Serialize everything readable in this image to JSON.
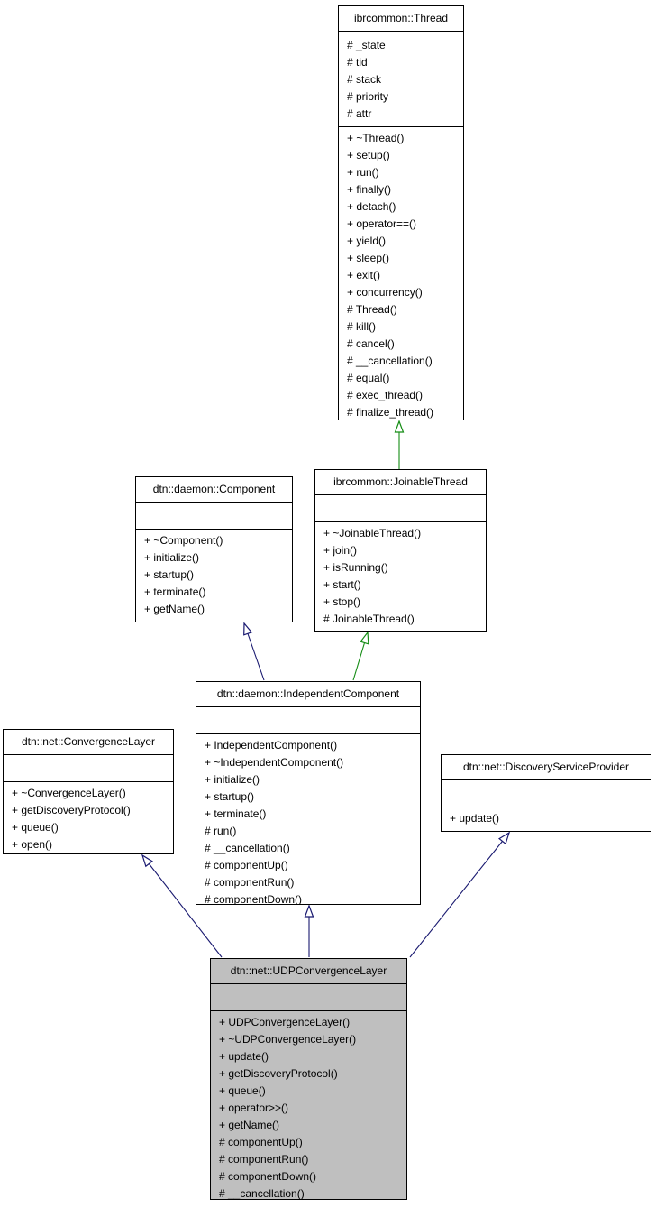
{
  "diagram": {
    "type": "uml-inheritance-graph",
    "colors": {
      "public_inheritance": "#191970",
      "protected_inheritance": "#148C14",
      "highlight_fill": "#BFBFBF",
      "box_fill": "#FFFFFF",
      "border": "#000000",
      "text": "#000000",
      "background": "#FFFFFF"
    },
    "classes": [
      {
        "id": "thread",
        "title": "ibrcommon::Thread",
        "highlighted": false,
        "attributes": [
          "# _state",
          "# tid",
          "# stack",
          "# priority",
          "# attr"
        ],
        "methods": [
          "+ ~Thread()",
          "+ setup()",
          "+ run()",
          "+ finally()",
          "+ detach()",
          "+ operator==()",
          "+ yield()",
          "+ sleep()",
          "+ exit()",
          "+ concurrency()",
          "# Thread()",
          "# kill()",
          "# cancel()",
          "# __cancellation()",
          "# equal()",
          "# exec_thread()",
          "# finalize_thread()"
        ]
      },
      {
        "id": "component",
        "title": "dtn::daemon::Component",
        "highlighted": false,
        "attributes": [],
        "methods": [
          "+ ~Component()",
          "+ initialize()",
          "+ startup()",
          "+ terminate()",
          "+ getName()"
        ]
      },
      {
        "id": "joinable",
        "title": "ibrcommon::JoinableThread",
        "highlighted": false,
        "attributes": [],
        "methods": [
          "+ ~JoinableThread()",
          "+ join()",
          "+ isRunning()",
          "+ start()",
          "+ stop()",
          "# JoinableThread()"
        ]
      },
      {
        "id": "independent",
        "title": "dtn::daemon::IndependentComponent",
        "highlighted": false,
        "attributes": [],
        "methods": [
          "+ IndependentComponent()",
          "+ ~IndependentComponent()",
          "+ initialize()",
          "+ startup()",
          "+ terminate()",
          "# run()",
          "# __cancellation()",
          "# componentUp()",
          "# componentRun()",
          "# componentDown()"
        ]
      },
      {
        "id": "convergence",
        "title": "dtn::net::ConvergenceLayer",
        "highlighted": false,
        "attributes": [],
        "methods": [
          "+ ~ConvergenceLayer()",
          "+ getDiscoveryProtocol()",
          "+ queue()",
          "+ open()"
        ]
      },
      {
        "id": "discovery",
        "title": "dtn::net::DiscoveryServiceProvider",
        "highlighted": false,
        "attributes": [],
        "methods": [
          "+ update()"
        ]
      },
      {
        "id": "udp",
        "title": "dtn::net::UDPConvergenceLayer",
        "highlighted": true,
        "attributes": [],
        "methods": [
          "+ UDPConvergenceLayer()",
          "+ ~UDPConvergenceLayer()",
          "+ update()",
          "+ getDiscoveryProtocol()",
          "+ queue()",
          "+ operator>>()",
          "+ getName()",
          "# componentUp()",
          "# componentRun()",
          "# componentDown()",
          "# __cancellation()"
        ]
      }
    ],
    "edges": [
      {
        "child": "joinable",
        "parent": "thread",
        "kind": "protected"
      },
      {
        "child": "independent",
        "parent": "component",
        "kind": "public"
      },
      {
        "child": "independent",
        "parent": "joinable",
        "kind": "protected"
      },
      {
        "child": "udp",
        "parent": "convergence",
        "kind": "public"
      },
      {
        "child": "udp",
        "parent": "independent",
        "kind": "public"
      },
      {
        "child": "udp",
        "parent": "discovery",
        "kind": "public"
      }
    ]
  }
}
